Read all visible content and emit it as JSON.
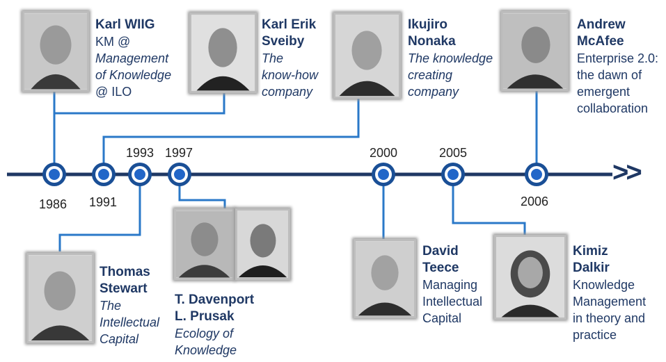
{
  "timeline": {
    "arrow_label": ">>",
    "years": {
      "y1986": "1986",
      "y1991": "1991",
      "y1993": "1993",
      "y1997": "1997",
      "y2000": "2000",
      "y2005": "2005",
      "y2006": "2006"
    }
  },
  "people": {
    "wiig": {
      "name": "Karl WIIG",
      "desc_line1": "KM @",
      "desc_italic": "Management\nof Knowledge",
      "desc_line3": "@ ILO"
    },
    "sveiby": {
      "name": "Karl Erik\nSveiby",
      "desc": "The\nknow-how\ncompany"
    },
    "nonaka": {
      "name": "Ikujiro\nNonaka",
      "desc": "The knowledge\ncreating\ncompany"
    },
    "mcafee": {
      "name": "Andrew\nMcAfee",
      "desc": "Enterprise 2.0:\n the dawn of\nemergent\ncollaboration"
    },
    "stewart": {
      "name": "Thomas\nStewart",
      "desc": "The\nIntellectual\nCapital"
    },
    "davenport": {
      "name": "T. Davenport\nL. Prusak",
      "desc": "Ecology of\nKnowledge"
    },
    "teece": {
      "name": "David\nTeece",
      "desc": "Managing\nIntellectual\n Capital"
    },
    "dalkir": {
      "name": "Kimiz\nDalkir",
      "desc": "Knowledge\nManagement\n in theory and\npractice"
    }
  },
  "colors": {
    "line": "#2a78c8",
    "axis": "#1f3864",
    "node": "#1a4f96",
    "text": "#1f3864"
  }
}
